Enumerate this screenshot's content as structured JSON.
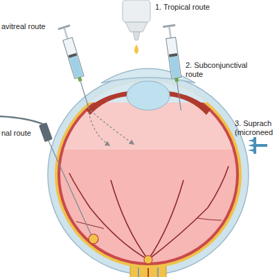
{
  "diagram": {
    "labels": [
      "1. Tropical route",
      "avitreal route",
      "2. Subconjunctival route",
      "3. Suprach (microneed",
      "nal route"
    ]
  }
}
